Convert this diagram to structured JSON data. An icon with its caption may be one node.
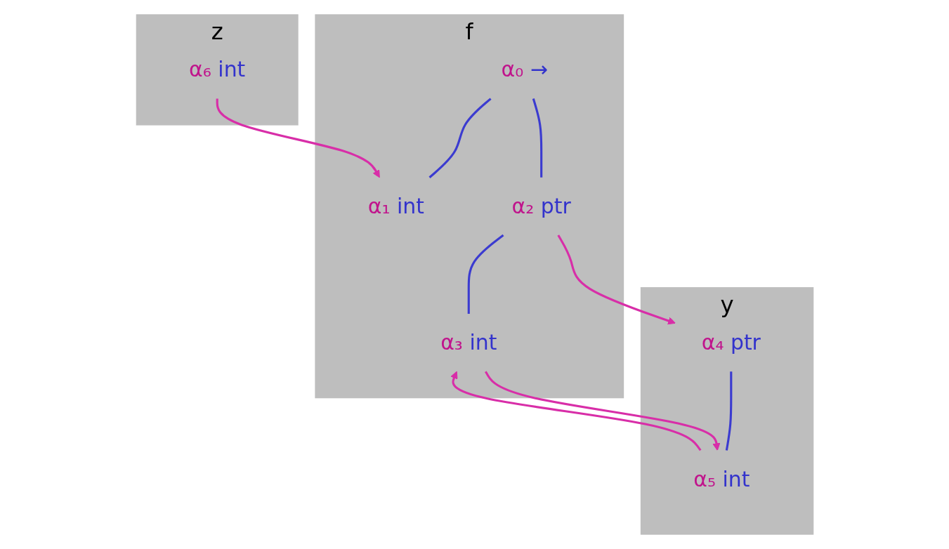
{
  "diagram": {
    "nodes": [
      {
        "text": [
          "f"
        ]
      },
      {
        "text": [
          "α₀",
          "→"
        ],
        "in": 0
      },
      {
        "text": [
          "α₁",
          "int"
        ],
        "in": 0
      },
      {
        "text": [
          "α₂",
          "ptr"
        ],
        "in": 0
      },
      {
        "text": [
          "α₃",
          "int"
        ],
        "in": 0
      },
      {
        "text": [
          "y"
        ]
      },
      {
        "text": [
          "α₄",
          "ptr"
        ],
        "in": 5
      },
      {
        "text": [
          "α₅",
          "int"
        ],
        "in": 5
      },
      {
        "text": [
          "z"
        ]
      },
      {
        "text": [
          "α₆",
          "int"
        ],
        "in": 8
      }
    ],
    "edges": [
      {
        "from": 1,
        "to": 2,
        "arrow": "none",
        "color": "#3b3bd0"
      },
      {
        "from": 1,
        "to": 3,
        "arrow": "none",
        "color": "#3b3bd0"
      },
      {
        "from": 3,
        "to": 4,
        "arrow": "none",
        "color": "#3b3bd0"
      },
      {
        "from": 6,
        "to": 7,
        "arrow": "none",
        "color": "#3b3bd0"
      },
      {
        "from": 3,
        "to": 6,
        "arrow": "to",
        "color": "#d82ea8"
      },
      {
        "from": 4,
        "to": 7,
        "arrow": "to",
        "color": "#d82ea8"
      },
      {
        "from": 7,
        "to": 4,
        "arrow": "to",
        "color": "#d82ea8"
      },
      {
        "from": 9,
        "to": 2,
        "arrow": "to",
        "color": "#d82ea8"
      }
    ]
  }
}
